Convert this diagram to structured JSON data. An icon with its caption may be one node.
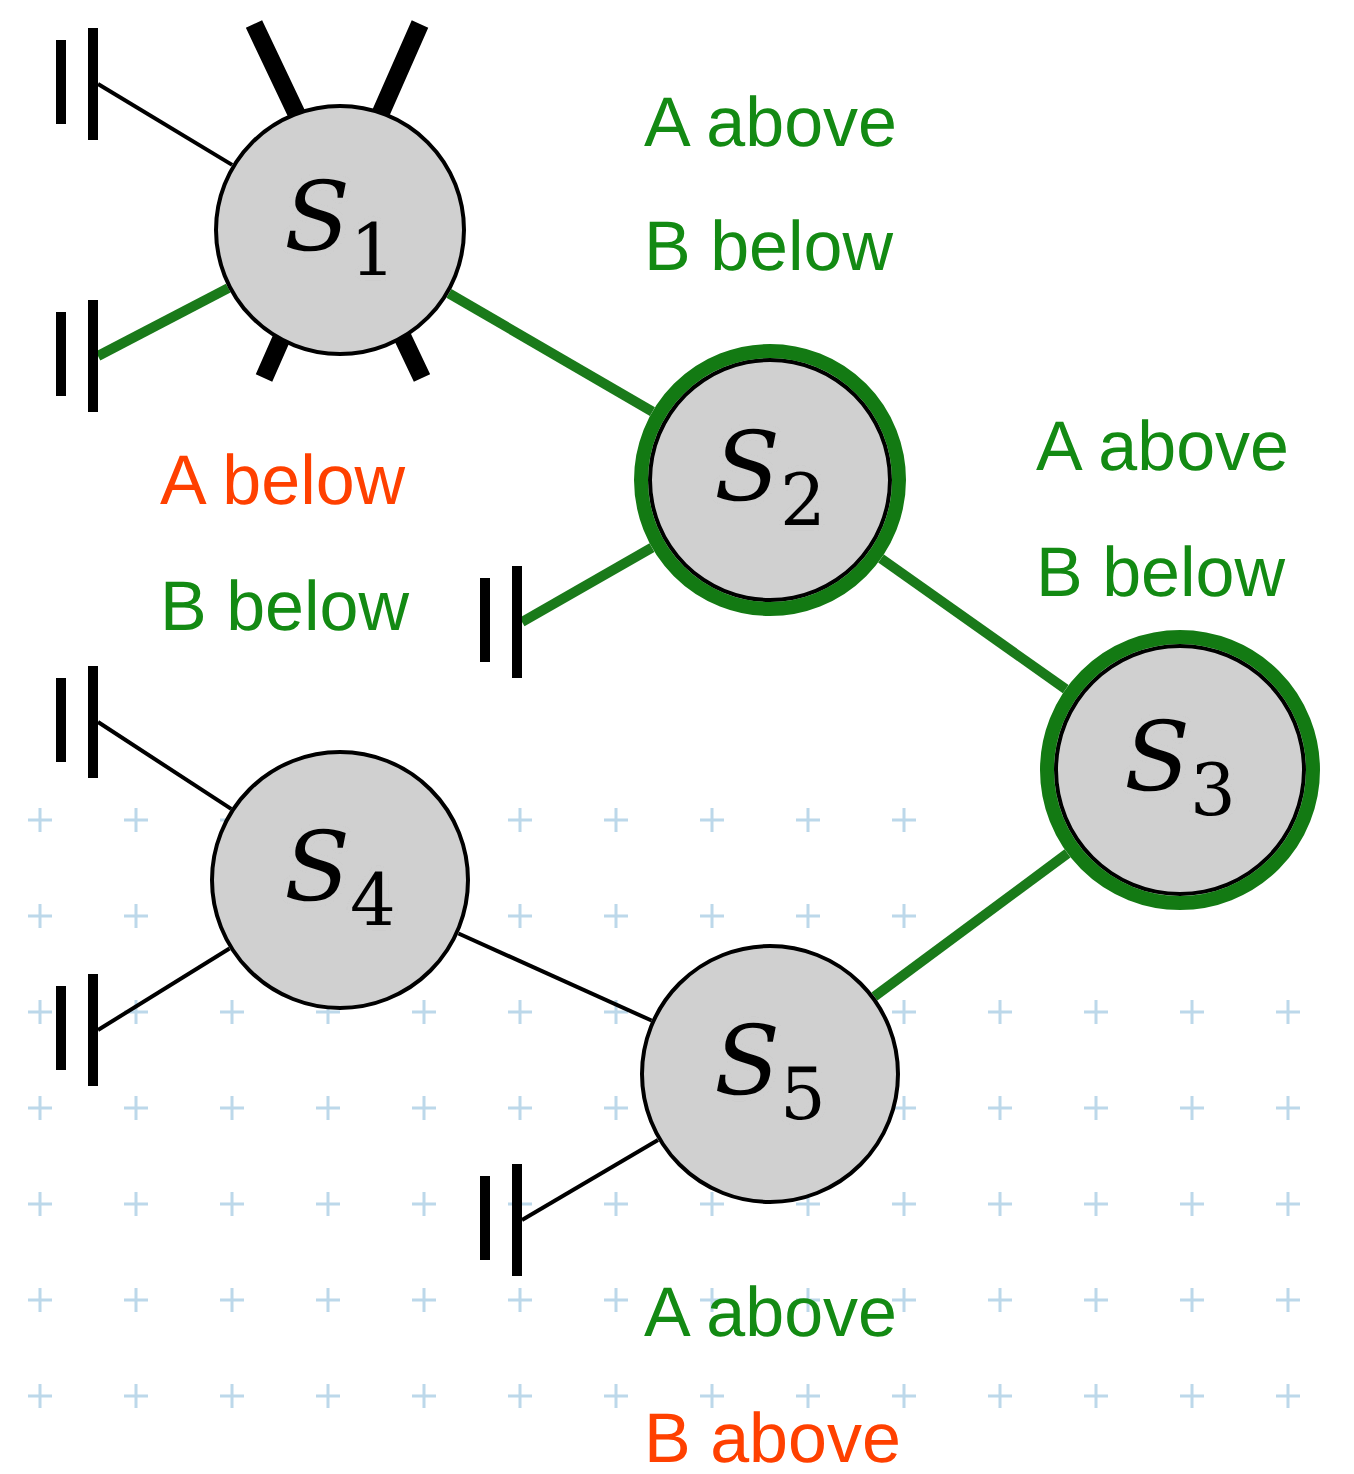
{
  "diagram": {
    "nodes": [
      {
        "text": [
          "*S*$_{1}$"
        ]
      },
      {
        "text": [
          "*S*$_{2}$"
        ]
      },
      {
        "text": [
          "*S*$_{3}$"
        ]
      },
      {
        "text": [
          "*S*$_{4}$"
        ]
      },
      {
        "text": [
          "*S*$_{5}$"
        ]
      },
      {
        "text": [],
        "shape": "bar"
      },
      {
        "text": [],
        "shape": "bar"
      },
      {
        "text": [],
        "shape": "bar"
      },
      {
        "text": [],
        "shape": "bar"
      },
      {
        "text": [],
        "shape": "bar"
      },
      {
        "text": [],
        "shape": "bar"
      }
    ],
    "edges": [
      {
        "from": 5,
        "to": 0,
        "arrow": "none"
      },
      {
        "from": 6,
        "to": 0,
        "arrow": "none",
        "style": "thick",
        "color": "#1a7a1a"
      },
      {
        "from": 0,
        "to": 1,
        "arrow": "none",
        "style": "thick",
        "color": "#1a7a1a"
      },
      {
        "from": 7,
        "to": 1,
        "arrow": "none",
        "style": "thick",
        "color": "#1a7a1a"
      },
      {
        "from": 1,
        "to": 2,
        "arrow": "none",
        "style": "thick",
        "color": "#1a7a1a"
      },
      {
        "from": 8,
        "to": 3,
        "arrow": "none"
      },
      {
        "from": 9,
        "to": 3,
        "arrow": "none"
      },
      {
        "from": 3,
        "to": 4,
        "arrow": "none"
      },
      {
        "from": 10,
        "to": 4,
        "arrow": "none"
      },
      {
        "from": 4,
        "to": 2,
        "arrow": "none",
        "style": "thick",
        "color": "#1a7a1a"
      }
    ],
    "labels": [
      "A above",
      "B below",
      "A below",
      "B below",
      "A above",
      "B below",
      "A above",
      "B above"
    ]
  }
}
